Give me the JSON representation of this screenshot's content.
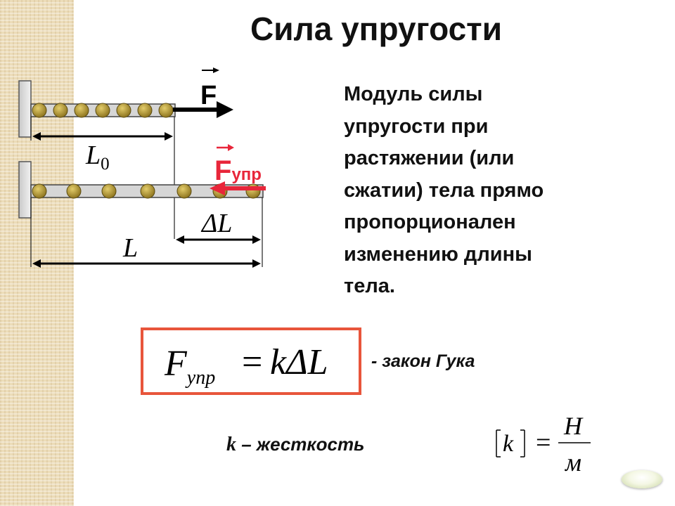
{
  "title": "Сила упругости",
  "diagram": {
    "force_label": "F",
    "elastic_force_main": "F",
    "elastic_force_sub": "упр",
    "length_initial_main": "L",
    "length_initial_sub": "0",
    "delta_length": "ΔL",
    "length_final": "L"
  },
  "description": {
    "lines": [
      "Модуль силы",
      "упругости при",
      "растяжении (или",
      "сжатии) тела прямо",
      "пропорционален",
      "изменению длины",
      "тела."
    ]
  },
  "formula": {
    "lhs_main": "F",
    "lhs_sub": "упр",
    "equals": "=",
    "rhs": "kΔL"
  },
  "law_label": "- закон Гука",
  "stiffness": {
    "symbol": "k",
    "text": "– жесткость"
  },
  "unit": {
    "lhs": "k",
    "equals": "=",
    "numerator": "Н",
    "denominator": "м"
  },
  "colors": {
    "accent_red": "#e8263a",
    "frame_orange": "#e8553b",
    "bead": "#b59a2e",
    "rod": "#d6d6d6"
  }
}
